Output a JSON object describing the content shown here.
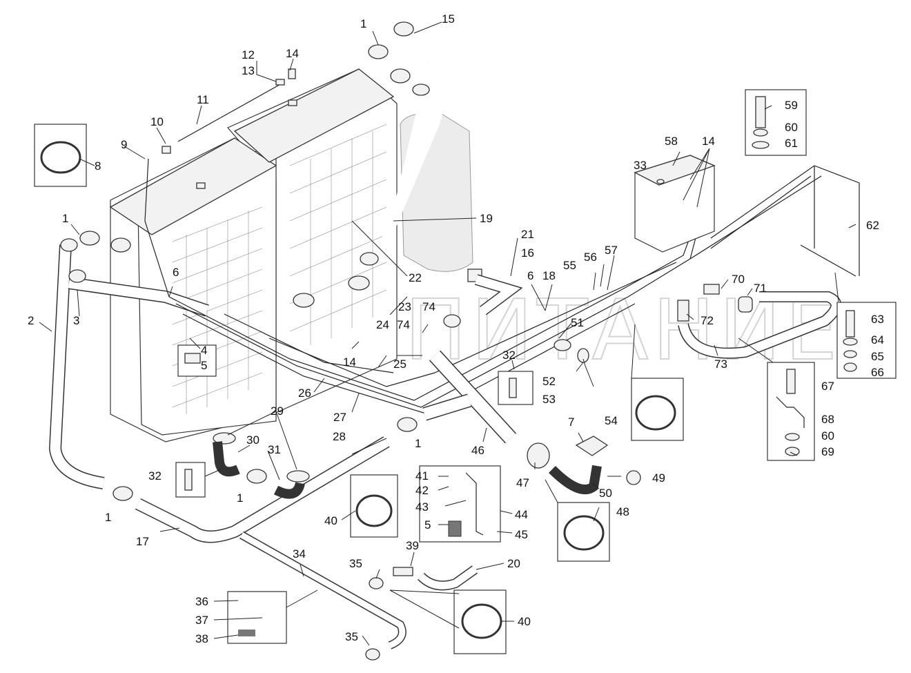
{
  "watermark": "АВТОПИТАНИЕ",
  "callouts": [
    {
      "id": "c1a",
      "text": "1"
    },
    {
      "id": "c15",
      "text": "15"
    },
    {
      "id": "c12",
      "text": "12"
    },
    {
      "id": "c13",
      "text": "13"
    },
    {
      "id": "c14a",
      "text": "14"
    },
    {
      "id": "c11",
      "text": "11"
    },
    {
      "id": "c10",
      "text": "10"
    },
    {
      "id": "c9",
      "text": "9"
    },
    {
      "id": "c8",
      "text": "8"
    },
    {
      "id": "c1b",
      "text": "1"
    },
    {
      "id": "c2",
      "text": "2"
    },
    {
      "id": "c3",
      "text": "3"
    },
    {
      "id": "c6a",
      "text": "6"
    },
    {
      "id": "c4",
      "text": "4"
    },
    {
      "id": "c5a",
      "text": "5"
    },
    {
      "id": "c19",
      "text": "19"
    },
    {
      "id": "c22",
      "text": "22"
    },
    {
      "id": "c21",
      "text": "21"
    },
    {
      "id": "c16",
      "text": "16"
    },
    {
      "id": "c23",
      "text": "23"
    },
    {
      "id": "c74a",
      "text": "74"
    },
    {
      "id": "c24",
      "text": "24"
    },
    {
      "id": "c74b",
      "text": "74"
    },
    {
      "id": "c14b",
      "text": "14"
    },
    {
      "id": "c25",
      "text": "25"
    },
    {
      "id": "c26",
      "text": "26"
    },
    {
      "id": "c27",
      "text": "27"
    },
    {
      "id": "c28",
      "text": "28"
    },
    {
      "id": "c29",
      "text": "29"
    },
    {
      "id": "c30",
      "text": "30"
    },
    {
      "id": "c31",
      "text": "31"
    },
    {
      "id": "c32a",
      "text": "32"
    },
    {
      "id": "c1c",
      "text": "1"
    },
    {
      "id": "c1d",
      "text": "1"
    },
    {
      "id": "c17",
      "text": "17"
    },
    {
      "id": "c1e",
      "text": "1"
    },
    {
      "id": "c6b",
      "text": "6"
    },
    {
      "id": "c18",
      "text": "18"
    },
    {
      "id": "c55",
      "text": "55"
    },
    {
      "id": "c56",
      "text": "56"
    },
    {
      "id": "c57",
      "text": "57"
    },
    {
      "id": "c58",
      "text": "58"
    },
    {
      "id": "c33",
      "text": "33"
    },
    {
      "id": "c14c",
      "text": "14"
    },
    {
      "id": "c59",
      "text": "59"
    },
    {
      "id": "c60a",
      "text": "60"
    },
    {
      "id": "c61",
      "text": "61"
    },
    {
      "id": "c62",
      "text": "62"
    },
    {
      "id": "c70",
      "text": "70"
    },
    {
      "id": "c71",
      "text": "71"
    },
    {
      "id": "c72",
      "text": "72"
    },
    {
      "id": "c73",
      "text": "73"
    },
    {
      "id": "c63",
      "text": "63"
    },
    {
      "id": "c64",
      "text": "64"
    },
    {
      "id": "c65",
      "text": "65"
    },
    {
      "id": "c66",
      "text": "66"
    },
    {
      "id": "c67",
      "text": "67"
    },
    {
      "id": "c68",
      "text": "68"
    },
    {
      "id": "c60b",
      "text": "60"
    },
    {
      "id": "c69",
      "text": "69"
    },
    {
      "id": "c51",
      "text": "51"
    },
    {
      "id": "c52",
      "text": "52"
    },
    {
      "id": "c53",
      "text": "53"
    },
    {
      "id": "c54",
      "text": "54"
    },
    {
      "id": "c32b",
      "text": "32"
    },
    {
      "id": "c7",
      "text": "7"
    },
    {
      "id": "c49",
      "text": "49"
    },
    {
      "id": "c50",
      "text": "50"
    },
    {
      "id": "c47",
      "text": "47"
    },
    {
      "id": "c46",
      "text": "46"
    },
    {
      "id": "c48",
      "text": "48"
    },
    {
      "id": "c41",
      "text": "41"
    },
    {
      "id": "c42",
      "text": "42"
    },
    {
      "id": "c43",
      "text": "43"
    },
    {
      "id": "c44",
      "text": "44"
    },
    {
      "id": "c5b",
      "text": "5"
    },
    {
      "id": "c45",
      "text": "45"
    },
    {
      "id": "c40a",
      "text": "40"
    },
    {
      "id": "c34",
      "text": "34"
    },
    {
      "id": "c35a",
      "text": "35"
    },
    {
      "id": "c39",
      "text": "39"
    },
    {
      "id": "c20",
      "text": "20"
    },
    {
      "id": "c40b",
      "text": "40"
    },
    {
      "id": "c36",
      "text": "36"
    },
    {
      "id": "c37",
      "text": "37"
    },
    {
      "id": "c38",
      "text": "38"
    },
    {
      "id": "c35b",
      "text": "35"
    }
  ]
}
